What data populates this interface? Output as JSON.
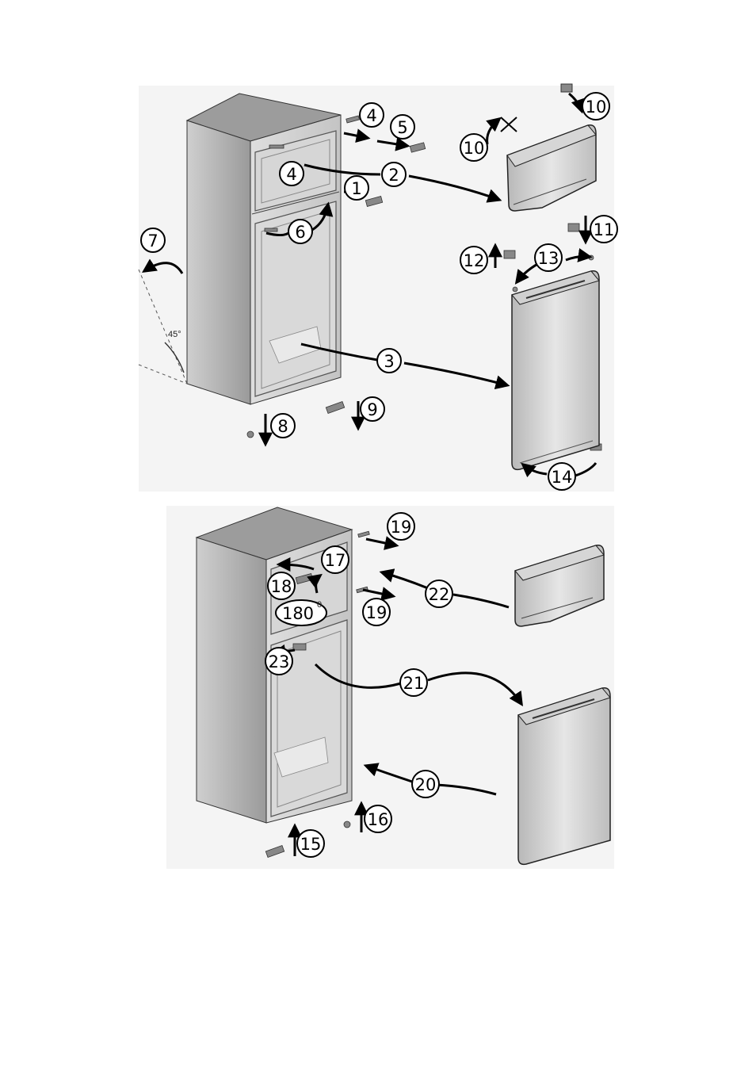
{
  "angle_label": "45°",
  "rotation_label": "180",
  "rotation_degree": "0",
  "steps": {
    "s1": "1",
    "s2": "2",
    "s3": "3",
    "s4a": "4",
    "s4b": "4",
    "s5": "5",
    "s6": "6",
    "s7": "7",
    "s8": "8",
    "s9": "9",
    "s10a": "10",
    "s10b": "10",
    "s11": "11",
    "s12": "12",
    "s13": "13",
    "s14": "14",
    "s15": "15",
    "s16": "16",
    "s17": "17",
    "s18": "18",
    "s19a": "19",
    "s19b": "19",
    "s20": "20",
    "s21": "21",
    "s22": "22",
    "s23": "23"
  }
}
